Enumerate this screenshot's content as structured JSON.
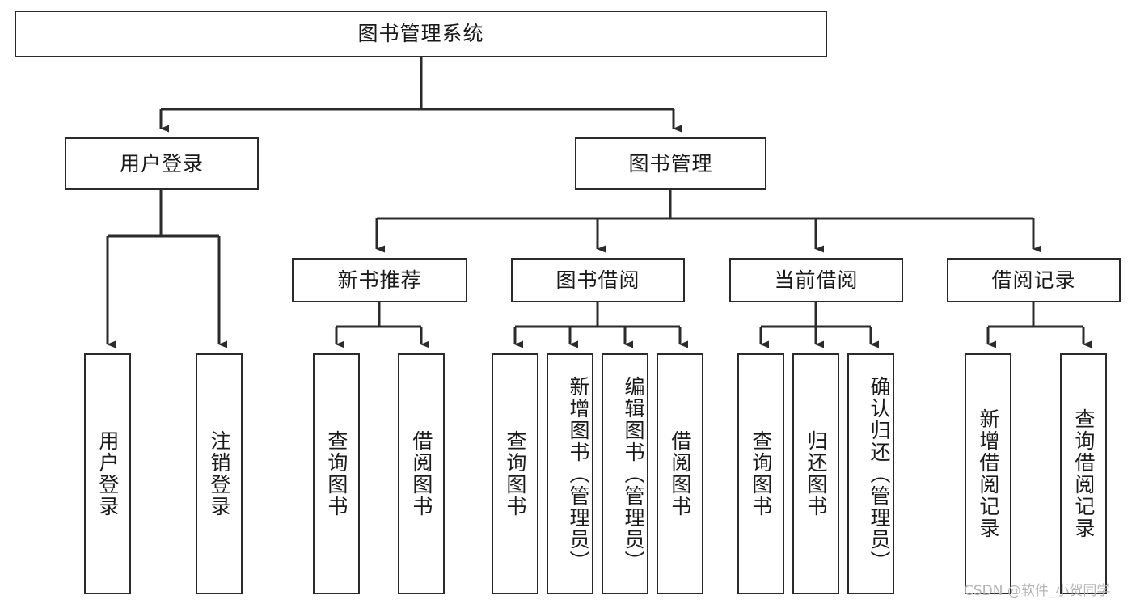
{
  "diagram": {
    "title": "图书管理系统",
    "type": "tree-hierarchy-chart",
    "watermark": "CSDN @软件_小贺同学",
    "colors": {
      "stroke": "#2b2b2b",
      "fill": "#ffffff",
      "text": "#1a1a1a",
      "watermark": "#b4b4b4"
    },
    "nodes": {
      "root": {
        "label": "图书管理系统"
      },
      "level2": [
        {
          "id": "user-login",
          "label": "用户登录"
        },
        {
          "id": "book-manage",
          "label": "图书管理"
        }
      ],
      "level3": [
        {
          "id": "new-book-recommend",
          "label": "新书推荐"
        },
        {
          "id": "book-borrow",
          "label": "图书借阅"
        },
        {
          "id": "current-borrow",
          "label": "当前借阅"
        },
        {
          "id": "borrow-record",
          "label": "借阅记录"
        }
      ],
      "leaves": {
        "user_login": [
          {
            "id": "leaf-user-login",
            "label": "用户登录"
          },
          {
            "id": "leaf-logout-login",
            "label": "注销登录"
          }
        ],
        "new_book_recommend": [
          {
            "id": "leaf-query-book-1",
            "label": "查询图书"
          },
          {
            "id": "leaf-borrow-book-1",
            "label": "借阅图书"
          }
        ],
        "book_borrow": [
          {
            "id": "leaf-query-book-2",
            "label": "查询图书"
          },
          {
            "id": "leaf-add-book",
            "label": "新增图书（管理员）"
          },
          {
            "id": "leaf-edit-book",
            "label": "编辑图书（管理员）"
          },
          {
            "id": "leaf-borrow-book-2",
            "label": "借阅图书"
          }
        ],
        "current_borrow": [
          {
            "id": "leaf-query-book-3",
            "label": "查询图书"
          },
          {
            "id": "leaf-return-book",
            "label": "归还图书"
          },
          {
            "id": "leaf-confirm-return",
            "label": "确认归还（管理员）"
          }
        ],
        "borrow_record": [
          {
            "id": "leaf-add-record",
            "label": "新增借阅记录"
          },
          {
            "id": "leaf-query-record",
            "label": "查询借阅记录"
          }
        ]
      }
    }
  }
}
